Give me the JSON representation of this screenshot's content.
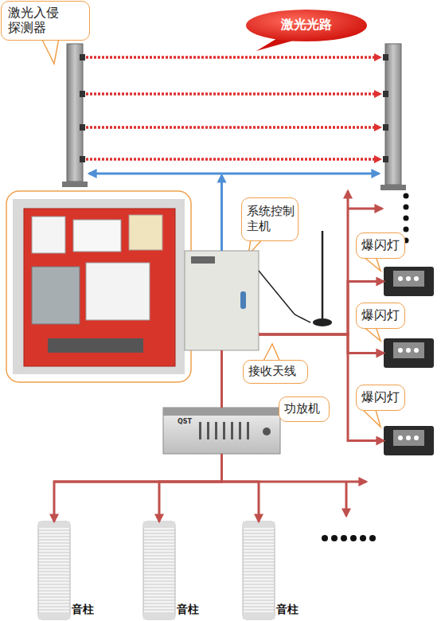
{
  "diagram": {
    "nodes": [
      {
        "text": [
          "激光入侵探测器"
        ]
      },
      {
        "text": [
          "系统控制主机"
        ]
      },
      {
        "text": [
          "接收天线"
        ]
      },
      {
        "text": [
          "爆闪灯"
        ]
      },
      {
        "text": [
          "爆闪灯"
        ]
      },
      {
        "text": [
          "爆闪灯"
        ]
      },
      {
        "text": [
          "功放机"
        ]
      },
      {
        "text": [
          "音柱"
        ]
      },
      {
        "text": [
          "音柱"
        ]
      },
      {
        "text": [
          "音柱"
        ]
      }
    ],
    "edges": [
      {
        "from": 1,
        "to": 0,
        "arrow": "to"
      },
      {
        "from": 1,
        "to": 2,
        "arrow": "none"
      },
      {
        "from": 1,
        "to": 3,
        "arrow": "to"
      },
      {
        "from": 1,
        "to": 4,
        "arrow": "to"
      },
      {
        "from": 1,
        "to": 5,
        "arrow": "to"
      },
      {
        "from": 1,
        "to": 6,
        "arrow": "none"
      },
      {
        "from": 6,
        "to": 7,
        "arrow": "to"
      },
      {
        "from": 6,
        "to": 8,
        "arrow": "to"
      },
      {
        "from": 6,
        "to": 9,
        "arrow": "to"
      }
    ],
    "labels": [
      "激光光路",
      "QST"
    ]
  }
}
